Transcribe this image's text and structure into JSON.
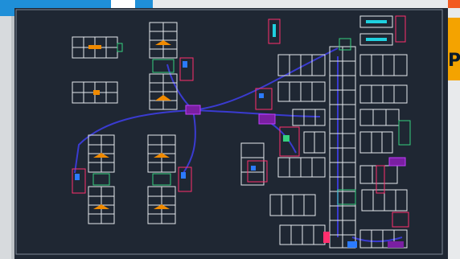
{
  "app": {
    "ribbon_color": "#1f8fd8",
    "canvas_bg": "#1f2733",
    "accent_orange": "#f4a300",
    "accent_red": "#f25a21",
    "side_card_letter": "P"
  },
  "drawing": {
    "type": "cad-floor-plan",
    "description_icon": "floor-plan-drawing"
  }
}
